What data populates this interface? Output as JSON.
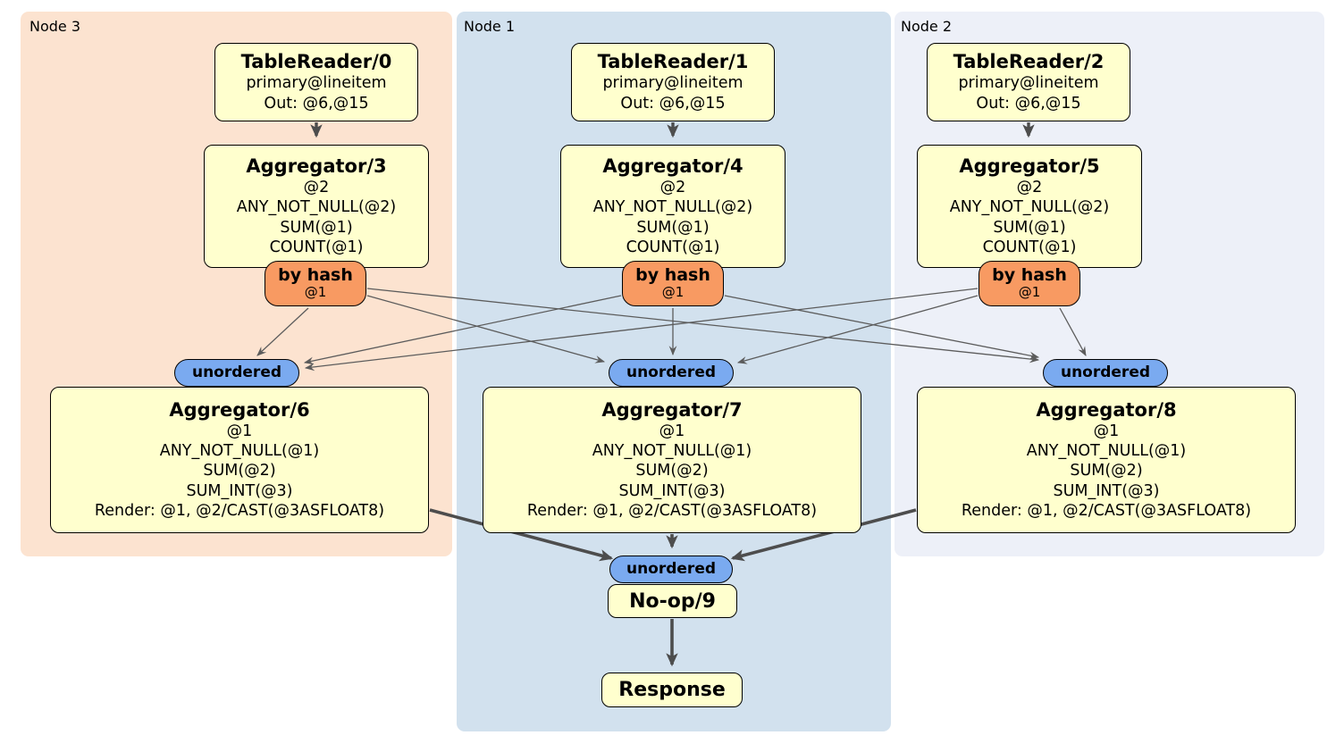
{
  "diagram": {
    "nodes": [
      {
        "label": "Node 3",
        "table_reader": {
          "title": "TableReader/0",
          "lines": [
            "primary@lineitem",
            "Out: @6,@15"
          ]
        },
        "aggregator_top": {
          "title": "Aggregator/3",
          "lines": [
            "@2",
            "ANY_NOT_NULL(@2)",
            "SUM(@1)",
            "COUNT(@1)"
          ]
        },
        "router": {
          "label": "by hash",
          "detail": "@1"
        },
        "stream": {
          "label": "unordered"
        },
        "aggregator_bottom": {
          "title": "Aggregator/6",
          "lines": [
            "@1",
            "ANY_NOT_NULL(@1)",
            "SUM(@2)",
            "SUM_INT(@3)",
            "Render: @1, @2/CAST(@3ASFLOAT8)"
          ]
        }
      },
      {
        "label": "Node 1",
        "table_reader": {
          "title": "TableReader/1",
          "lines": [
            "primary@lineitem",
            "Out: @6,@15"
          ]
        },
        "aggregator_top": {
          "title": "Aggregator/4",
          "lines": [
            "@2",
            "ANY_NOT_NULL(@2)",
            "SUM(@1)",
            "COUNT(@1)"
          ]
        },
        "router": {
          "label": "by hash",
          "detail": "@1"
        },
        "stream": {
          "label": "unordered"
        },
        "aggregator_bottom": {
          "title": "Aggregator/7",
          "lines": [
            "@1",
            "ANY_NOT_NULL(@1)",
            "SUM(@2)",
            "SUM_INT(@3)",
            "Render: @1, @2/CAST(@3ASFLOAT8)"
          ]
        }
      },
      {
        "label": "Node 2",
        "table_reader": {
          "title": "TableReader/2",
          "lines": [
            "primary@lineitem",
            "Out: @6,@15"
          ]
        },
        "aggregator_top": {
          "title": "Aggregator/5",
          "lines": [
            "@2",
            "ANY_NOT_NULL(@2)",
            "SUM(@1)",
            "COUNT(@1)"
          ]
        },
        "router": {
          "label": "by hash",
          "detail": "@1"
        },
        "stream": {
          "label": "unordered"
        },
        "aggregator_bottom": {
          "title": "Aggregator/8",
          "lines": [
            "@1",
            "ANY_NOT_NULL(@1)",
            "SUM(@2)",
            "SUM_INT(@3)",
            "Render: @1, @2/CAST(@3ASFLOAT8)"
          ]
        }
      }
    ],
    "final": {
      "stream": {
        "label": "unordered"
      },
      "noop": {
        "title": "No-op/9"
      },
      "response": {
        "title": "Response"
      }
    },
    "edges": [
      {
        "from": "TableReader/0",
        "to": "Aggregator/3"
      },
      {
        "from": "TableReader/1",
        "to": "Aggregator/4"
      },
      {
        "from": "TableReader/2",
        "to": "Aggregator/5"
      },
      {
        "from": "Aggregator/3 by hash",
        "to": "unordered Node 3"
      },
      {
        "from": "Aggregator/3 by hash",
        "to": "unordered Node 1"
      },
      {
        "from": "Aggregator/3 by hash",
        "to": "unordered Node 2"
      },
      {
        "from": "Aggregator/4 by hash",
        "to": "unordered Node 3"
      },
      {
        "from": "Aggregator/4 by hash",
        "to": "unordered Node 1"
      },
      {
        "from": "Aggregator/4 by hash",
        "to": "unordered Node 2"
      },
      {
        "from": "Aggregator/5 by hash",
        "to": "unordered Node 3"
      },
      {
        "from": "Aggregator/5 by hash",
        "to": "unordered Node 1"
      },
      {
        "from": "Aggregator/5 by hash",
        "to": "unordered Node 2"
      },
      {
        "from": "Aggregator/6",
        "to": "unordered final"
      },
      {
        "from": "Aggregator/7",
        "to": "unordered final"
      },
      {
        "from": "Aggregator/8",
        "to": "unordered final"
      },
      {
        "from": "unordered final",
        "to": "No-op/9"
      },
      {
        "from": "No-op/9",
        "to": "Response"
      }
    ],
    "colors": {
      "node3_bg": "#fce3d0",
      "node1_bg": "#d2e1ee",
      "node2_bg": "#edf0f8",
      "box_fill": "#ffffce",
      "router_fill": "#f89a62",
      "stream_fill": "#7aaaf0",
      "edge_thin": "#5c5c5c",
      "edge_thick": "#4d4d4d"
    }
  }
}
